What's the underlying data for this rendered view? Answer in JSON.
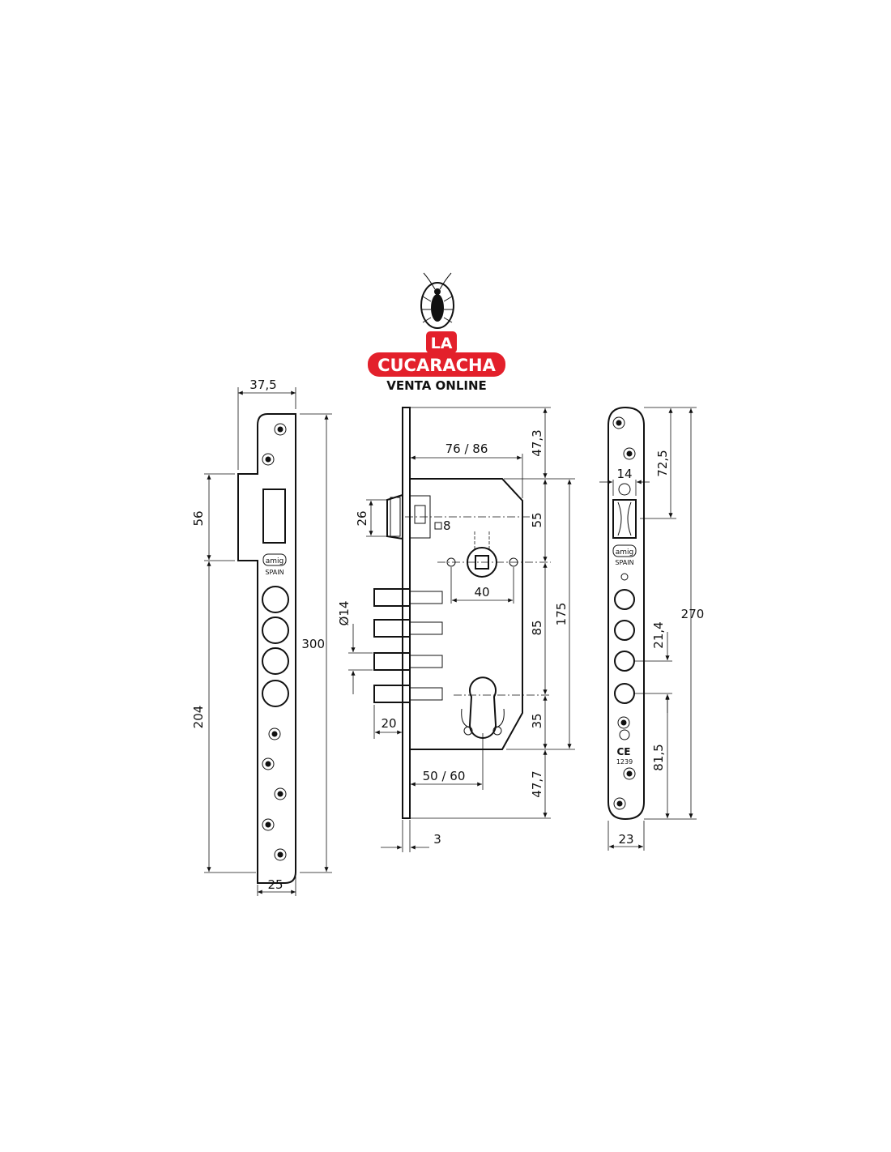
{
  "logo": {
    "line1": "LA",
    "line2": "CUCARACHA",
    "line3": "VENTA ONLINE",
    "accent": "#e3202b",
    "icon": "cockroach-icon"
  },
  "strike_plate": {
    "badge_brand": "amig",
    "badge_country": "SPAIN",
    "dims": {
      "top_width": "37,5",
      "cutout": "56",
      "height": "300",
      "lower": "204",
      "bottom_width": "25"
    }
  },
  "lock_body": {
    "dims": {
      "backset": "76 / 86",
      "top_offset": "47,3",
      "latch": "26",
      "square": "8",
      "latch_spacing": "55",
      "spindle_spacing": "40",
      "bolt_diameter": "Ø14",
      "center": "85",
      "total": "175",
      "cylinder": "35",
      "bolt_throw": "20",
      "cylinder_backset": "50 / 60",
      "bottom_offset": "47,7",
      "faceplate": "3"
    }
  },
  "faceplate": {
    "badge_brand": "amig",
    "badge_country": "SPAIN",
    "ce_mark": "CE",
    "ce_number": "1239",
    "dims": {
      "top_to_latch": "72,5",
      "latch_width": "14",
      "total": "270",
      "bolt_pitch": "21,4",
      "bottom": "81,5",
      "width": "23"
    }
  }
}
